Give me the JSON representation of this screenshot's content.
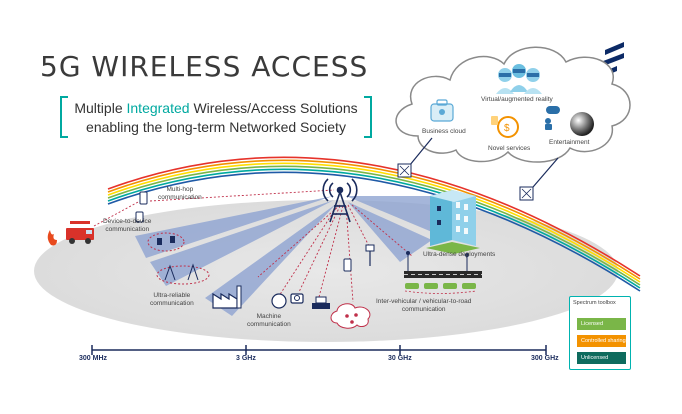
{
  "title": "5G WIRELESS ACCESS",
  "subtitle": {
    "line1_pre": "Multiple ",
    "line1_highlight": "Integrated",
    "line1_post": " Wireless/Access Solutions",
    "line2": "enabling the long-term Networked Society"
  },
  "cloud_labels": {
    "business": "Business cloud",
    "vr": "Virtual/augmented reality",
    "novel": "Novel services",
    "entertainment": "Entertainment"
  },
  "scenario_labels": {
    "multihop": "Multi-hop\ncommunication",
    "d2d": "Device-to-device\ncommunication",
    "ultra_reliable": "Ultra-reliable\ncommunication",
    "machine": "Machine\ncommunication",
    "ultra_dense": "Ultra-dense deployments",
    "v2x": "Inter-vehicular / vehicular-to-road\ncommunication"
  },
  "frequency_axis": [
    "300 MHz",
    "3 GHz",
    "30 GHz",
    "300 GHz"
  ],
  "spectrum_toolbox": {
    "title": "Spectrum toolbox",
    "items": [
      {
        "label": "Licensed",
        "color": "#7ab648"
      },
      {
        "label": "Controlled sharing",
        "color": "#f39200"
      },
      {
        "label": "Unlicensed",
        "color": "#0e6b5e"
      }
    ]
  },
  "colors": {
    "accent": "#00a9a0",
    "logo": "#0c2a66",
    "axis": "#1a2b5c",
    "beam": "#8fa4d2",
    "rainbow": [
      "#e6332a",
      "#f39200",
      "#ffde00",
      "#7ab648",
      "#00a9a0",
      "#1f5aa6"
    ]
  }
}
